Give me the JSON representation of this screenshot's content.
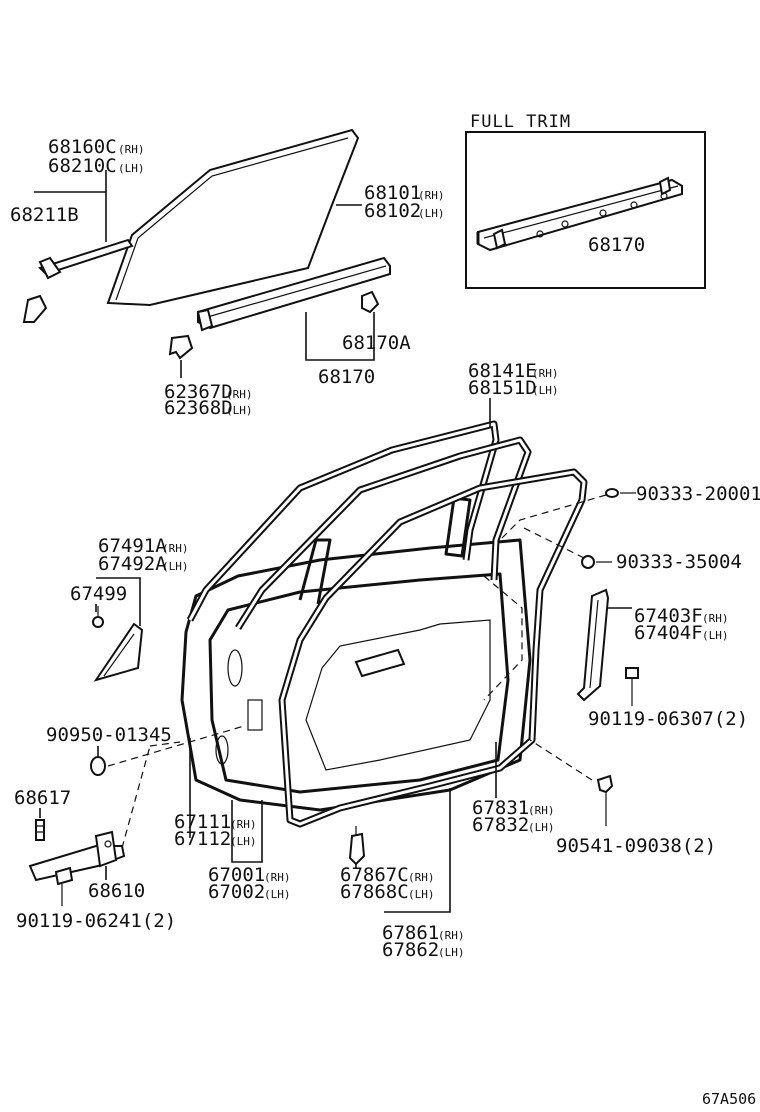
{
  "figure_ref": "67A506",
  "inset": {
    "title": "FULL TRIM",
    "part": "68170"
  },
  "parts": {
    "glass_rh": "68160C",
    "glass_rh_sfx": "(RH)",
    "glass_lh": "68210C",
    "glass_lh_sfx": "(LH)",
    "glass_channel": "68211B",
    "glass_run_rh": "68101",
    "glass_run_rh_sfx": "(RH)",
    "glass_run_lh": "68102",
    "glass_run_lh_sfx": "(LH)",
    "belt_clip": "68170A",
    "belt_weatherstrip": "68170",
    "clip_rh": "62367D",
    "clip_rh_sfx": "(RH)",
    "clip_lh": "62368D",
    "clip_lh_sfx": "(LH)",
    "weatherstrip_rh": "68141E",
    "weatherstrip_rh_sfx": "(RH)",
    "weatherstrip_lh": "68151D",
    "weatherstrip_lh_sfx": "(LH)",
    "screw_a": "90333-20001(",
    "screw_b": "90333-35004",
    "cover_rh": "67491A",
    "cover_rh_sfx": "(RH)",
    "cover_lh": "67492A",
    "cover_lh_sfx": "(LH)",
    "cover_clip": "67499",
    "frame_rh": "67403F",
    "frame_rh_sfx": "(RH)",
    "frame_lh": "67404F",
    "frame_lh_sfx": "(LH)",
    "bolt_a": "90119-06307(2)",
    "plug": "90950-01345",
    "check_pin": "68617",
    "panel_rh": "67111",
    "panel_rh_sfx": "(RH)",
    "panel_lh": "67112",
    "panel_lh_sfx": "(LH)",
    "seal_rh": "67831",
    "seal_rh_sfx": "(RH)",
    "seal_lh": "67832",
    "seal_lh_sfx": "(LH)",
    "bolt_b": "90541-09038(2)",
    "door_check": "68610",
    "door_rh": "67001",
    "door_rh_sfx": "(RH)",
    "door_lh": "67002",
    "door_lh_sfx": "(LH)",
    "retainer_rh": "67867C",
    "retainer_rh_sfx": "(RH)",
    "retainer_lh": "67868C",
    "retainer_lh_sfx": "(LH)",
    "bolt_c": "90119-06241(2)",
    "opening_rh": "67861",
    "opening_rh_sfx": "(RH)",
    "opening_lh": "67862",
    "opening_lh_sfx": "(LH)"
  }
}
